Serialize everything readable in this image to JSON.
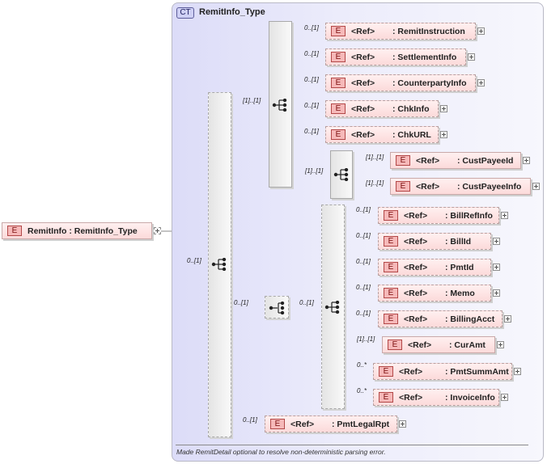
{
  "root": {
    "badge": "E",
    "label": "RemitInfo : RemitInfo_Type"
  },
  "complex_type": {
    "badge": "CT",
    "title": "RemitInfo_Type"
  },
  "note": "Made RemitDetail optional to resolve non-deterministic parsing error.",
  "ref_label": "<Ref>",
  "elements": [
    {
      "id": "RemitInstruction",
      "name": ": RemitInstruction",
      "cardinality": "0..[1]"
    },
    {
      "id": "SettlementInfo",
      "name": ": SettlementInfo",
      "cardinality": "0..[1]"
    },
    {
      "id": "CounterpartyInfo",
      "name": ": CounterpartyInfo",
      "cardinality": "0..[1]"
    },
    {
      "id": "ChkInfo",
      "name": ": ChkInfo",
      "cardinality": "0..[1]"
    },
    {
      "id": "ChkURL",
      "name": ": ChkURL",
      "cardinality": "0..[1]"
    },
    {
      "id": "CustPayeeId",
      "name": ": CustPayeeId",
      "cardinality": "[1]..[1]"
    },
    {
      "id": "CustPayeeInfo",
      "name": ": CustPayeeInfo",
      "cardinality": "[1]..[1]"
    },
    {
      "id": "BillRefInfo",
      "name": ": BillRefInfo",
      "cardinality": "0..[1]"
    },
    {
      "id": "BillId",
      "name": ": BillId",
      "cardinality": "0..[1]"
    },
    {
      "id": "PmtId",
      "name": ": PmtId",
      "cardinality": "0..[1]"
    },
    {
      "id": "Memo",
      "name": ": Memo",
      "cardinality": "0..[1]"
    },
    {
      "id": "BillingAcct",
      "name": ": BillingAcct",
      "cardinality": "0..[1]"
    },
    {
      "id": "CurAmt",
      "name": ": CurAmt",
      "cardinality": "[1]..[1]"
    },
    {
      "id": "PmtSummAmt",
      "name": ": PmtSummAmt",
      "cardinality": "0..*"
    },
    {
      "id": "InvoiceInfo",
      "name": ": InvoiceInfo",
      "cardinality": "0..*"
    },
    {
      "id": "PmtLegalRpt",
      "name": ": PmtLegalRpt",
      "cardinality": "0..[1]"
    }
  ],
  "connectors": {
    "main_sequence": "0..[1]",
    "sequence_a": "[1]..[1]",
    "sequence_b": "[1]..[1]",
    "choice_c": "0..[1]",
    "sequence_d": "0..[1]"
  }
}
